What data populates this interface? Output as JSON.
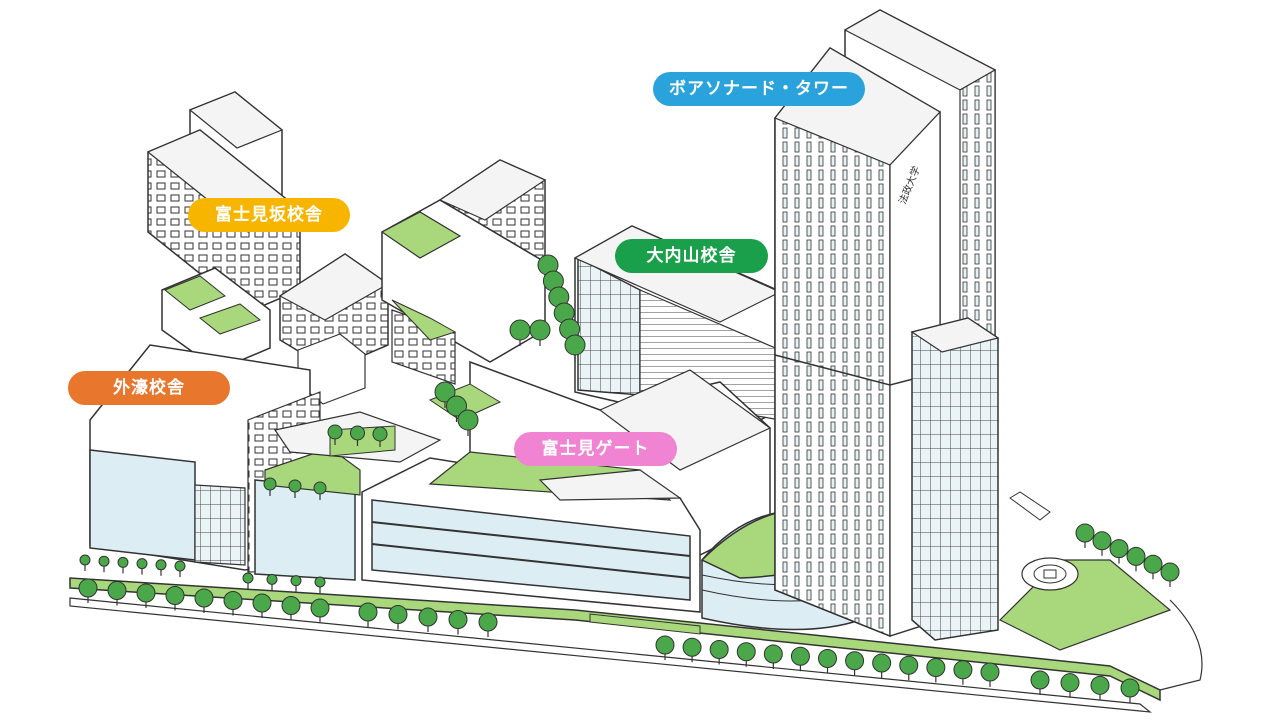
{
  "colors": {
    "boissonade": "#2aa3dc",
    "fujimizaka": "#f7b500",
    "ouchiyama": "#1a9f4a",
    "sotobori": "#e8762d",
    "fujimigate": "#f083d2",
    "greenery": "#a9d77c",
    "tree": "#4aa84a",
    "glass": "#dcedf4",
    "outline": "#333333"
  },
  "labels": {
    "boissonade": {
      "text": "ボアソナード・タワー",
      "icon": "tower-building"
    },
    "fujimizaka": {
      "text": "富士見坂校舎",
      "icon": "school-building"
    },
    "ouchiyama": {
      "text": "大内山校舎",
      "icon": "school-building"
    },
    "sotobori": {
      "text": "外濠校舎",
      "icon": "school-building"
    },
    "fujimigate": {
      "text": "富士見ゲート",
      "icon": "gate-building"
    }
  },
  "tower_sign": "法政大学"
}
